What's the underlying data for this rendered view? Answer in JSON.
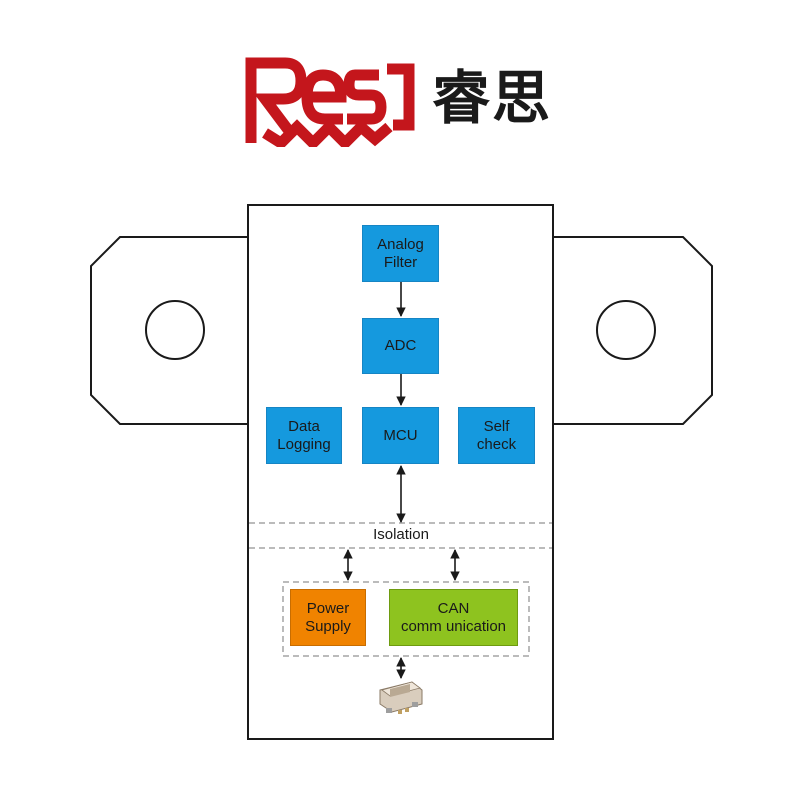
{
  "brand": {
    "name_cn": "睿思",
    "logo_color": "#c4161c"
  },
  "diagram": {
    "blocks": {
      "analog_filter": "Analog\nFilter",
      "adc": "ADC",
      "mcu": "MCU",
      "data_logging": "Data\nLogging",
      "self_check": "Self\ncheck",
      "power_supply": "Power\nSupply",
      "can": "CAN\ncomm unication"
    },
    "isolation_label": "Isolation",
    "colors": {
      "block_blue": "#1599de",
      "block_orange": "#f08300",
      "block_green": "#8ec31f",
      "outline": "#1a1a1a"
    },
    "connector_icon": "connector-icon"
  }
}
